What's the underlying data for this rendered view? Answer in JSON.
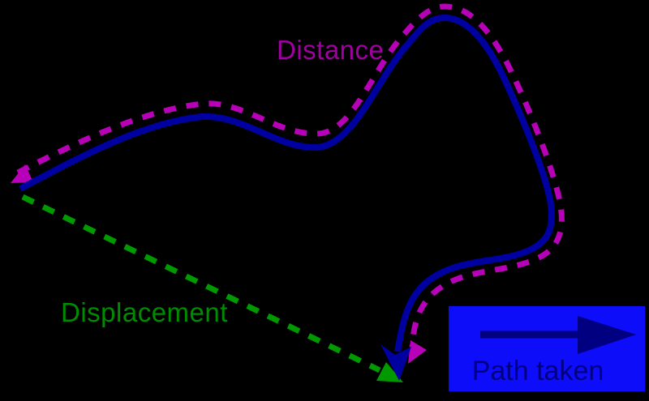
{
  "diagram": {
    "labels": {
      "distance": "Distance",
      "displacement": "Displacement"
    },
    "legend": {
      "path_taken": "Path taken"
    },
    "icons": {
      "path_end_arrowhead": "arrowhead-down",
      "distance_start_arrowhead": "arrowhead-down-left",
      "distance_end_arrowhead": "arrowhead-down-left",
      "displacement_arrowhead": "arrowhead-down-right",
      "legend_arrow": "arrow-right"
    },
    "colors": {
      "background": "#000000",
      "path": "#0000A0",
      "distance": "#B800B8",
      "distance_text": "#A000A0",
      "displacement": "#009900",
      "displacement_text": "#008C00",
      "legend_box": "#0D0DFA",
      "legend_accent": "#000080"
    }
  }
}
